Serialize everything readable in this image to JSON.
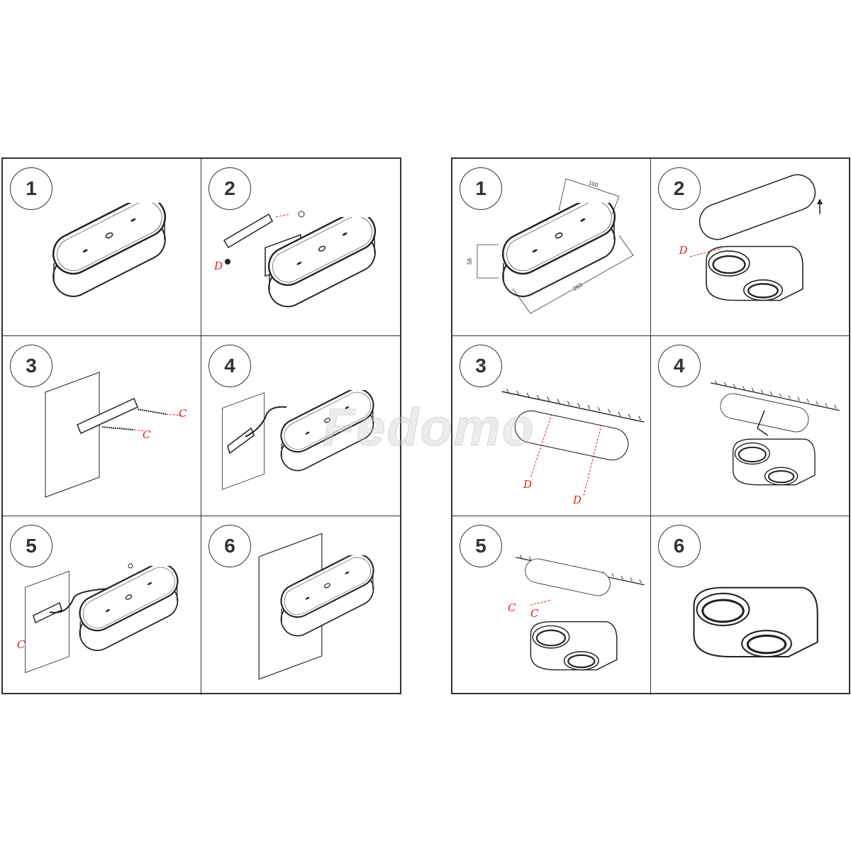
{
  "left_panel": {
    "steps": [
      "1",
      "2",
      "3",
      "4",
      "5",
      "6"
    ],
    "dimensions": {
      "width": "100",
      "height": "56",
      "length": "263"
    },
    "fastener_labels": {
      "step2": "D",
      "step3_a": "C",
      "step3_b": "C",
      "step5": "C"
    }
  },
  "right_panel": {
    "steps": [
      "1",
      "2",
      "3",
      "4",
      "5",
      "6"
    ],
    "dimensions": {
      "width": "100",
      "height": "56",
      "length": "263"
    },
    "fastener_labels": {
      "step2": "D",
      "step3_a": "D",
      "step3_b": "D",
      "step5_a": "C",
      "step5_b": "C"
    }
  },
  "watermark": "Fedomo",
  "colors": {
    "line": "#333333",
    "accent_red": "#e02020"
  }
}
